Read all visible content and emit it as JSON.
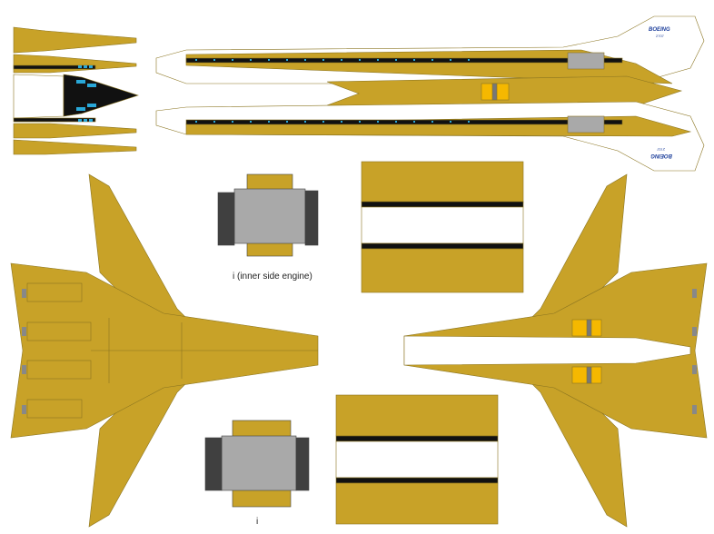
{
  "labels": {
    "inner_engine": "i (inner side engine)",
    "engine_i": "i"
  },
  "logo": {
    "brand": "BOEING",
    "model": "2707"
  },
  "colors": {
    "gold": "#c8a228",
    "gold_dark": "#a8861a",
    "white": "#ffffff",
    "black": "#111111",
    "window": "#29a8d8",
    "grey": "#a9a9a9",
    "grey_dark": "#404040",
    "yellow": "#f5b800",
    "line": "#8a7420"
  }
}
